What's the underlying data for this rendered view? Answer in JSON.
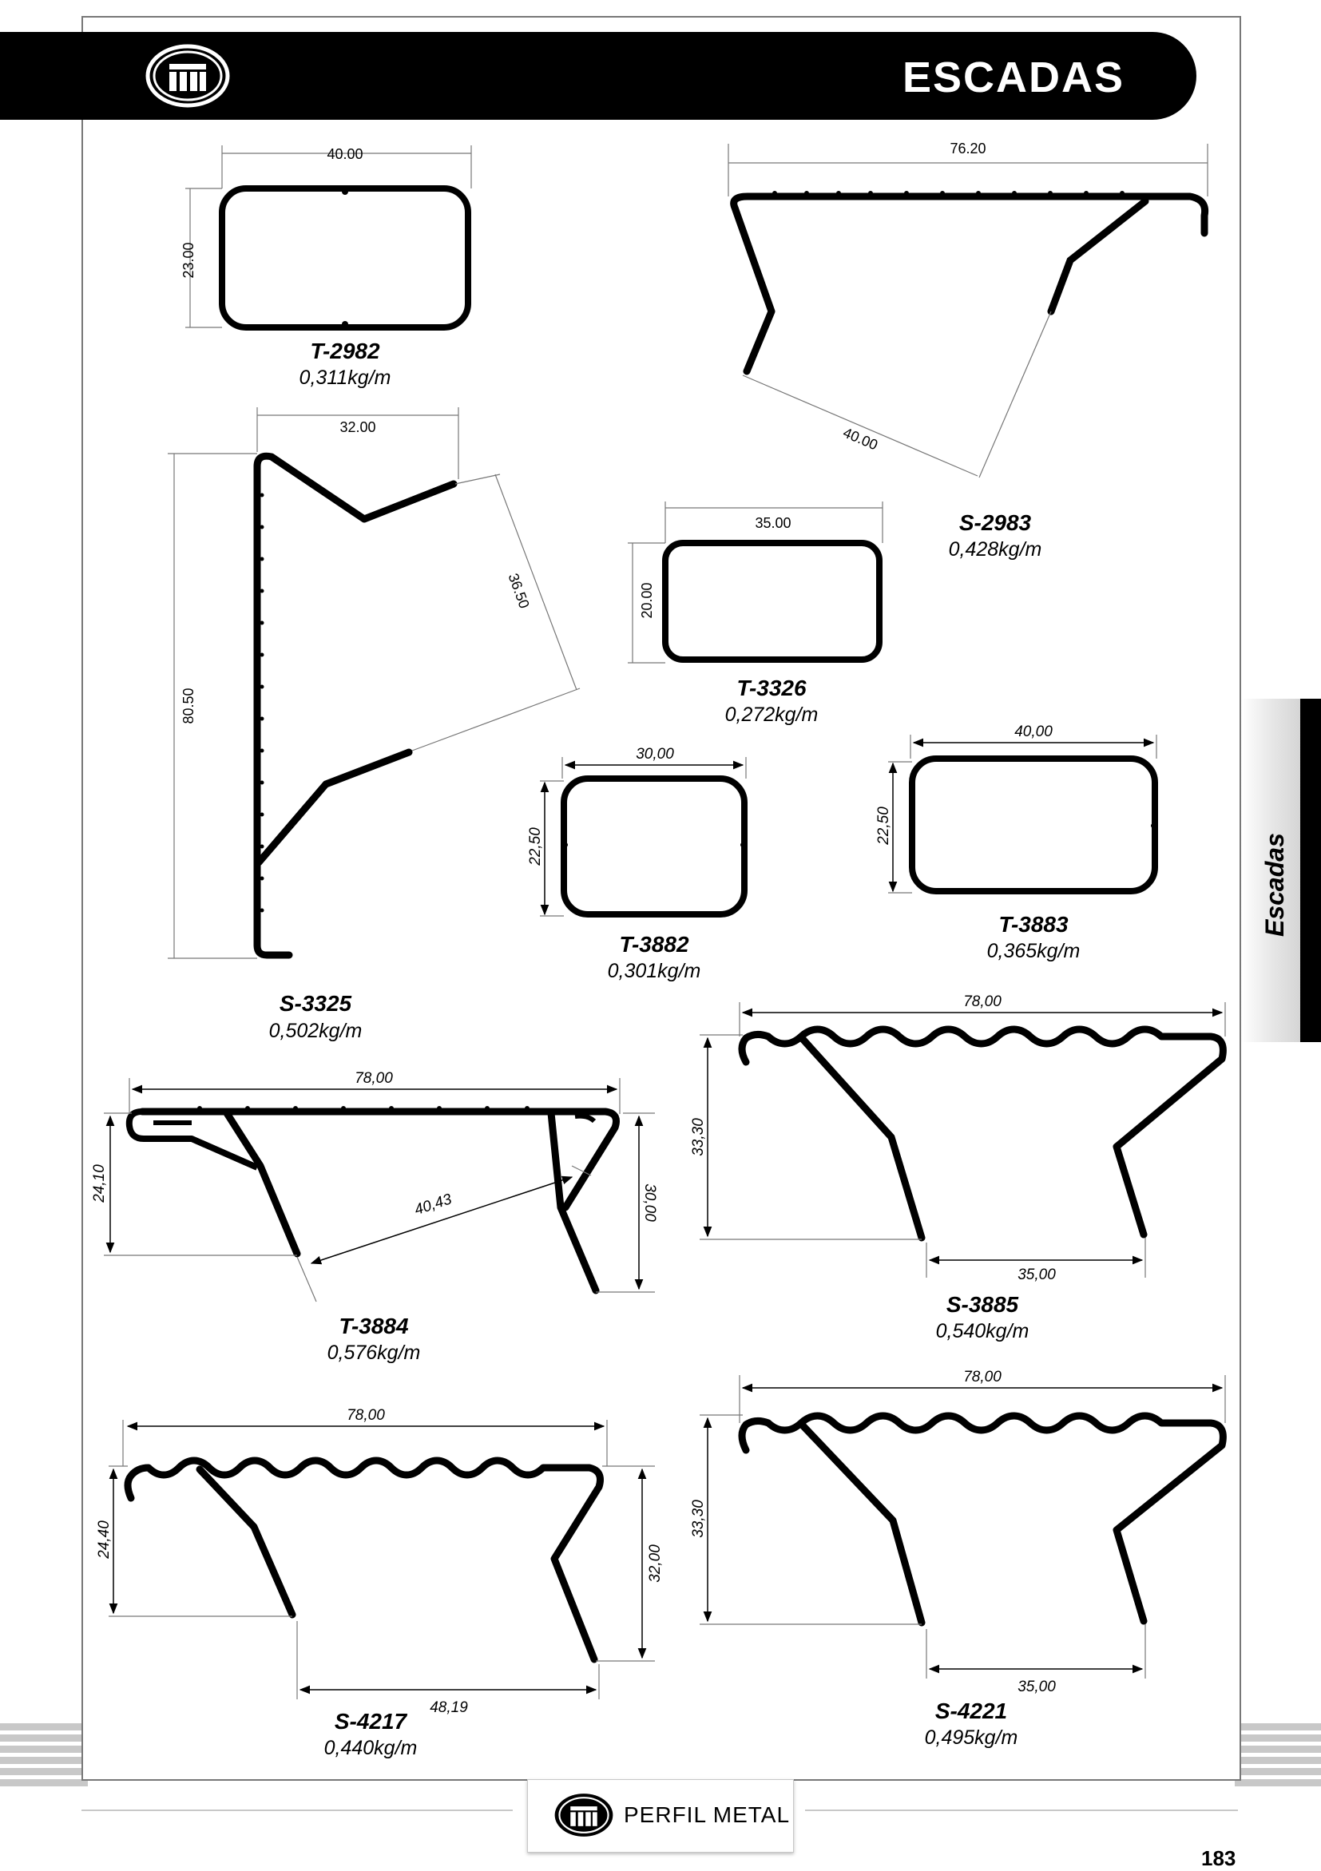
{
  "header": {
    "title": "ESCADAS"
  },
  "side_tab": {
    "label": "Escadas"
  },
  "footer": {
    "brand": "PERFIL METAL",
    "page_number": "183"
  },
  "profiles": [
    {
      "code": "T-2982",
      "weight": "0,311kg/m",
      "dims": [
        "40.00",
        "23.00"
      ]
    },
    {
      "code": "S-2983",
      "weight": "0,428kg/m",
      "dims": [
        "76.20",
        "40.00"
      ]
    },
    {
      "code": "S-3325",
      "weight": "0,502kg/m",
      "dims": [
        "32.00",
        "80.50",
        "36.50"
      ]
    },
    {
      "code": "T-3326",
      "weight": "0,272kg/m",
      "dims": [
        "35.00",
        "20.00"
      ]
    },
    {
      "code": "T-3882",
      "weight": "0,301kg/m",
      "dims": [
        "30,00",
        "22,50"
      ]
    },
    {
      "code": "T-3883",
      "weight": "0,365kg/m",
      "dims": [
        "40,00",
        "22,50"
      ]
    },
    {
      "code": "T-3884",
      "weight": "0,576kg/m",
      "dims": [
        "78,00",
        "24,10",
        "30,00",
        "40,43"
      ]
    },
    {
      "code": "S-3885",
      "weight": "0,540kg/m",
      "dims": [
        "78,00",
        "33,30",
        "35,00"
      ]
    },
    {
      "code": "S-4217",
      "weight": "0,440kg/m",
      "dims": [
        "78,00",
        "24,40",
        "32,00",
        "48,19"
      ]
    },
    {
      "code": "S-4221",
      "weight": "0,495kg/m",
      "dims": [
        "78,00",
        "33,30",
        "35,00"
      ]
    }
  ]
}
